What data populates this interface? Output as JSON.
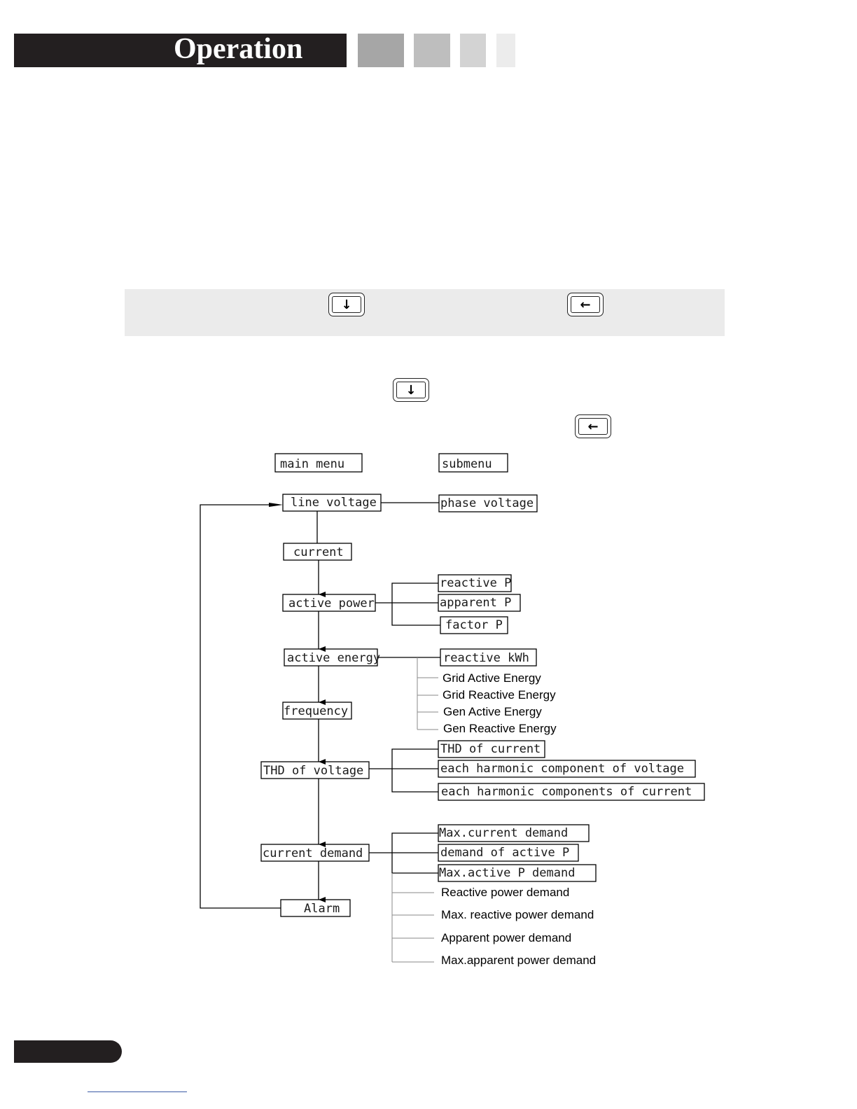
{
  "header": {
    "title": "Operation",
    "bar_color": "#231f20",
    "shade_colors": [
      "#a6a6a6",
      "#bebebe",
      "#d3d3d3",
      "#ececec"
    ]
  },
  "keys": {
    "down_icon": "down-arrow-icon",
    "back_icon": "left-arrow-icon"
  },
  "diagram": {
    "legend_main": "main menu",
    "legend_sub": "submenu",
    "main": {
      "line_voltage": "line voltage",
      "current": "current",
      "active_power": "active power",
      "active_energy": "active energy",
      "frequency": "frequency",
      "thd_voltage": "THD of voltage",
      "current_demand": "current demand",
      "alarm": "Alarm"
    },
    "sub": {
      "phase_voltage": "phase voltage",
      "reactive_p": "reactive P",
      "apparent_p": "apparent P",
      "factor_p": "factor P",
      "reactive_kwh": "reactive kWh",
      "grid_active_energy": "Grid Active Energy",
      "grid_reactive_energy": "Grid Reactive Energy",
      "gen_active_energy": "Gen Active Energy",
      "gen_reactive_energy": "Gen Reactive Energy",
      "thd_current": "THD of current",
      "harmonic_voltage": "each harmonic component of voltage",
      "harmonic_current": "each harmonic components of current",
      "max_current_demand": "Max.current demand",
      "demand_active_p": "demand of active P",
      "max_active_p_demand": "Max.active P demand",
      "reactive_power_demand": "Reactive power demand",
      "max_reactive_power_demand": "Max. reactive power demand",
      "apparent_power_demand": "Apparent power demand",
      "max_apparent_power_demand": "Max.apparent power demand"
    }
  }
}
